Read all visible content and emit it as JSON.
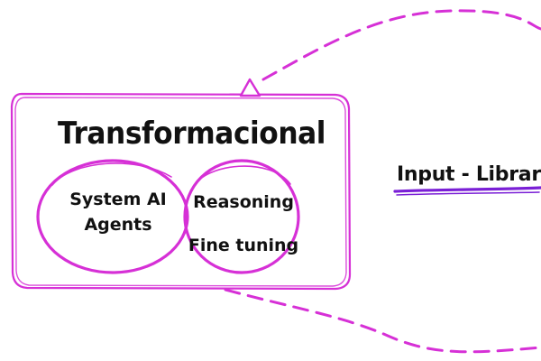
{
  "diagram": {
    "title": "Transformacional",
    "left_circle_lines": [
      "System AI",
      "Agents"
    ],
    "right_circle_lines": [
      "Reasoning",
      "Fine tuning"
    ],
    "side_label": "Input - Library"
  },
  "colors": {
    "accent": "#d630d6",
    "underline": "#7a1fd6",
    "box_stroke": "#d630d6",
    "text": "#111111",
    "background": "#ffffff"
  }
}
